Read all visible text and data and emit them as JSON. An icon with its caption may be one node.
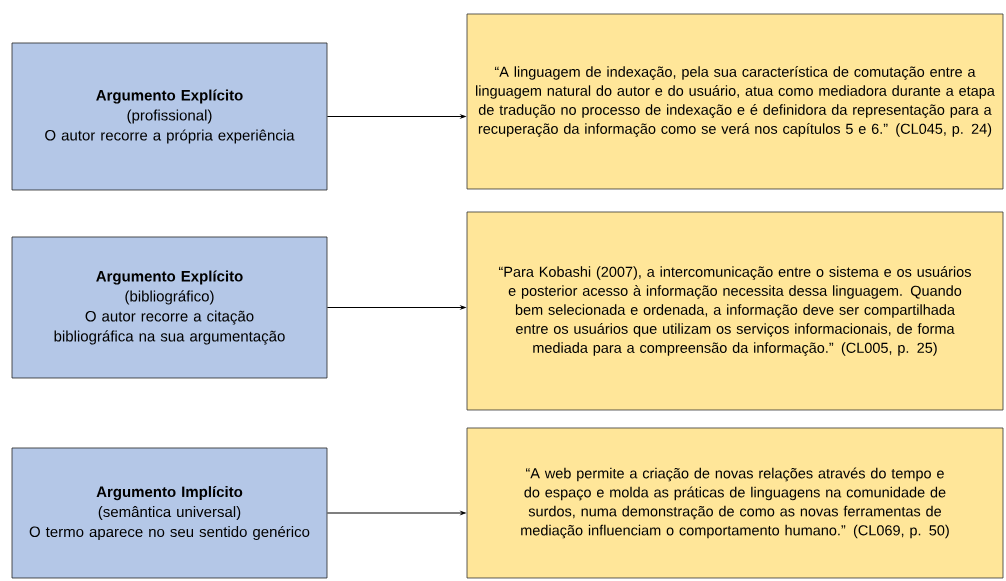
{
  "diagram": {
    "nodes": [
      {
        "text": [
          "Argumento Explícito",
          "(profissional)",
          "O autor recorre a própria experiência"
        ]
      },
      {
        "text": [
          "“A linguagem de indexação, pela sua característica de comutação entre a linguagem natural do autor e do usuário, atua como mediadora durante a etapa de tradução no processo de indexação e é definidora da representação para a recuperação da informação como se verá nos capítulos 5 e 6.” (CL045, p. 24)"
        ]
      },
      {
        "text": [
          "Argumento Explícito",
          "(bibliográfico)",
          "O autor recorre a citação bibliográfica na sua argumentação"
        ]
      },
      {
        "text": [
          "“Para Kobashi (2007), a intercomunicação entre o sistema e os usuários e posterior acesso à informação necessita dessa linguagem. Quando bem selecionada e ordenada, a informação deve ser compartilhada entre os usuários que utilizam os serviços informacionais, de forma mediada para a compreensão da informação.” (CL005, p. 25)"
        ]
      },
      {
        "text": [
          "Argumento Implícito",
          "(semântica universal)",
          "O termo aparece no seu sentido genérico"
        ]
      },
      {
        "text": [
          "“A web permite a criação de novas relações através do tempo e do espaço e molda as práticas de linguagens na comunidade de surdos, numa demonstração de como as novas ferramentas de mediação influenciam o comportamento humano.” (CL069, p. 50)"
        ]
      }
    ],
    "edges": [
      {
        "from": 0,
        "to": 1,
        "arrow": "to"
      },
      {
        "from": 2,
        "to": 3,
        "arrow": "to"
      },
      {
        "from": 4,
        "to": 5,
        "arrow": "to"
      }
    ]
  }
}
